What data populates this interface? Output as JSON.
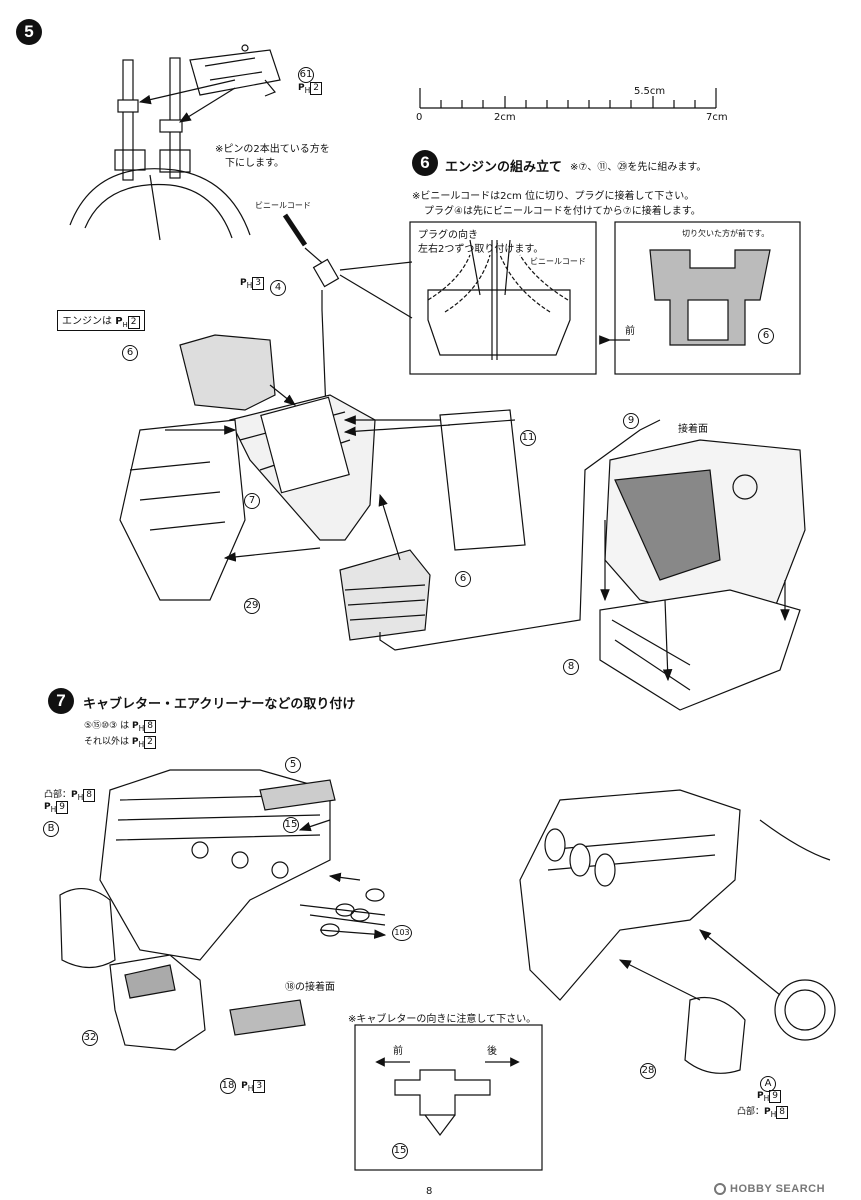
{
  "step5": {
    "number": "5",
    "part_61": "61",
    "part_61_ref": "2",
    "note_line1": "※ピンの2本出ている方を",
    "note_line2": "下にします。"
  },
  "ruler": {
    "label_0": "0",
    "label_2cm": "2cm",
    "label_55": "5.5cm",
    "label_7cm": "7cm"
  },
  "step6": {
    "number": "6",
    "title": "エンジンの組み立て",
    "pre_note": "※⑦、⑪、㉙を先に組みます。",
    "note_line1": "※ビニールコードは2cm 位に切り、プラグに接着して下さい。",
    "note_line2": "プラグ④は先にビニールコードを付けてから⑦に接着します。",
    "vinyl_cord": "ビニールコード",
    "part_4": "4",
    "part_4_ref": "3",
    "engine_ref_label": "エンジンは",
    "engine_ref_num": "2",
    "plug_box_line1": "プラグの向き",
    "plug_box_line2": "左右2つずつ取り付けます。",
    "plug_box_cord": "ビニールコード",
    "head_box_note": "切り欠いた方が前です。",
    "head_box_front": "前",
    "part_6": "6",
    "part_7": "7",
    "part_11": "11",
    "part_29": "29",
    "part_9": "9",
    "part_8": "8",
    "glue_surface": "接着面"
  },
  "step7": {
    "number": "7",
    "title": "キャブレター・エアクリーナーなどの取り付け",
    "parts_line_nums": "⑤⑮⑩③ は",
    "parts_line_ref": "8",
    "other_line": "それ以外は",
    "other_ref": "2",
    "convex_label": "凸部：",
    "convex_ref": "8",
    "b_ref": "9",
    "part_B": "B",
    "part_5": "5",
    "part_15": "15",
    "part_103": "103",
    "part_18_glue": "⑱の接着面",
    "part_18": "18",
    "part_18_ref": "3",
    "part_32": "32",
    "carb_note": "※キャブレターの向きに注意して下さい。",
    "front": "前",
    "rear": "後",
    "part_28": "28",
    "part_A": "A",
    "a_ref": "9",
    "a_convex_label": "凸部：",
    "a_convex_ref": "8"
  },
  "footer": {
    "page_number": "8",
    "watermark": "HOBBY SEARCH"
  }
}
